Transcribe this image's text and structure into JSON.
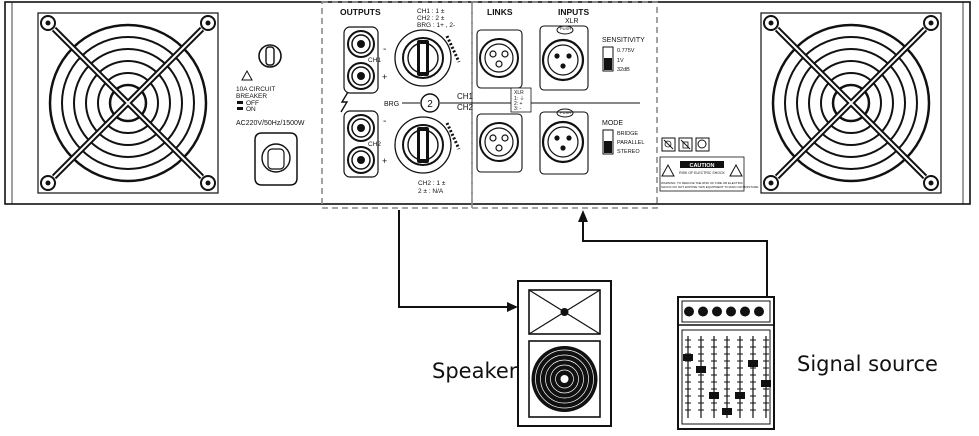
{
  "panel": {
    "outputs_title": "OUTPUTS",
    "links_title": "LINKS",
    "inputs_title": "INPUTS",
    "xlr_label": "XLR",
    "breaker": [
      "10A CIRCUIT",
      "BREAKER"
    ],
    "breaker_off": "OFF",
    "breaker_on": "ON",
    "power_rating": "AC220V/50Hz/1500W",
    "speakon_ch1_pins": [
      "CH1 : 1 ±",
      "CH2 : 2 ±",
      "BRG : 1+ , 2-"
    ],
    "speakon_ch2_pins": [
      "CH2 : 1 ±",
      "2 ± : N/A"
    ],
    "ch1_label": "CH1",
    "ch2_label": "CH2",
    "brg_label": "BRG",
    "xlr_pinout": [
      "XLR",
      "1: ⏚",
      "2: +",
      "3: -"
    ],
    "push_label": "PUSH",
    "sensitivity_title": "SENSITIVITY",
    "sensitivity_options": [
      "0.775V",
      "1V",
      "32dB"
    ],
    "mode_title": "MODE",
    "mode_options": [
      "BRIDGE",
      "PARALLEL",
      "STEREO"
    ],
    "caution_title": "CAUTION",
    "caution_sub": "RISK OF ELECTRIC SHOCK",
    "warning_text": [
      "WARNING: TO REDUCE THE RISK OF FIRE OR ELECTRIC",
      "SHOCK DO NOT EXPOSE THIS EQUIPMENT TO RAIN OR MOISTURE"
    ]
  },
  "external": {
    "speaker_label": "Speaker",
    "source_label": "Signal source"
  },
  "colors": {
    "line": "#111111",
    "dash": "#8c8c8c",
    "panel_bg": "#ffffff"
  }
}
